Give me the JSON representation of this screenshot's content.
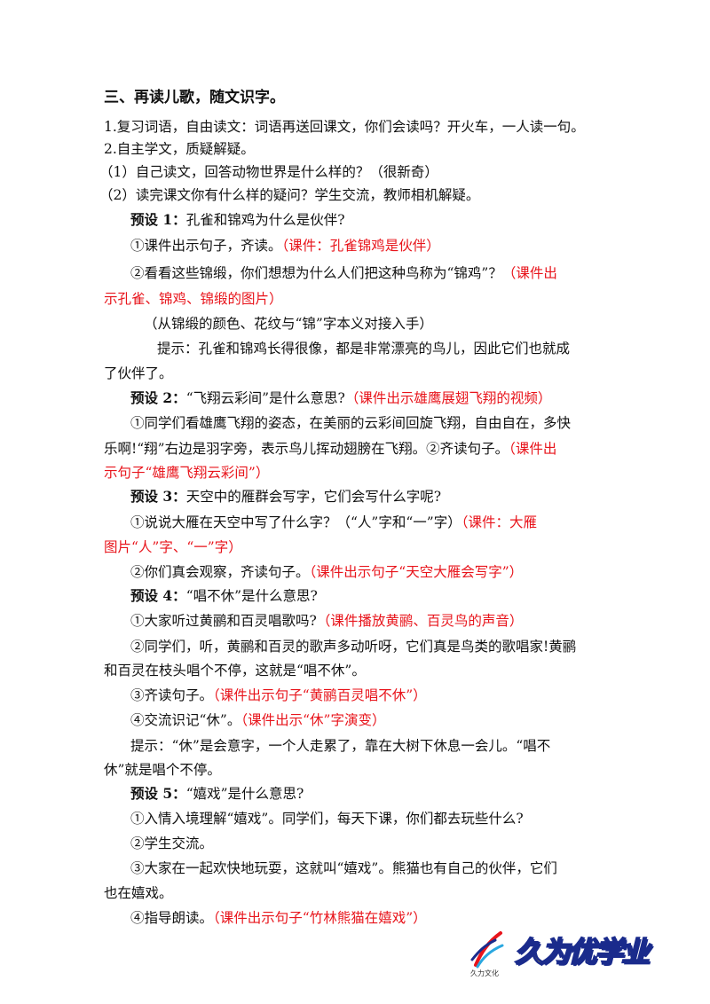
{
  "heading": "三、再读儿歌，随文识字。",
  "p1": "1.复习词语，自由读文：词语再送回课文，你们会读吗？开火车，一人读一句。",
  "p2": "2.自主学文，质疑解疑。",
  "p3": "（1）自己读文，回答动物世界是什么样的？（很新奇）",
  "p4": "（2）读完课文你有什么样的疑问？学生交流，教师相机解疑。",
  "s1": {
    "label": "预设 1：",
    "q": "孔雀和锦鸡为什么是伙伴?",
    "l1": "①课件出示句子，齐读。",
    "l1r": "（课件：孔雀锦鸡是伙伴）",
    "l2": "②看看这些锦缎，你们想想为什么人们把这种鸟称为“锦鸡”？",
    "l2r": "（课件出",
    "l3r": "示孔雀、锦鸡、锦缎的图片）",
    "l4": "（从锦缎的颜色、花纹与“锦”字本义对接入手）",
    "l5": "提示：孔雀和锦鸡长得很像，都是非常漂亮的鸟儿，因此它们也就成",
    "l6": "了伙伴了。"
  },
  "s2": {
    "label": "预设 2：",
    "q": "“飞翔云彩间”是什么意思?",
    "qr": "（课件出示雄鹰展翅飞翔的视频）",
    "l1": "①同学们看雄鹰飞翔的姿态，在美丽的云彩间回旋飞翔，自由自在，多快",
    "l2": "乐啊!“翔”右边是羽字旁，表示鸟儿挥动翅膀在飞翔。②齐读句子。",
    "l2r": "（课件出",
    "l3r": "示句子“雄鹰飞翔云彩间”）"
  },
  "s3": {
    "label": "预设 3：",
    "q": "天空中的雁群会写字，它们会写什么字呢?",
    "l1": "①说说大雁在天空中写了什么字？（“人”字和“一”字）",
    "l1r": "（课件：大雁",
    "l2r": "图片“人”字、“一”字）",
    "l3": "②你们真会观察，齐读句子。",
    "l3r": "（课件出示句子“天空大雁会写字”）"
  },
  "s4": {
    "label": "预设 4：",
    "q": "“唱不休”是什么意思?",
    "l1": "①大家听过黄鹂和百灵唱歌吗?",
    "l1r": "（课件播放黄鹂、百灵鸟的声音）",
    "l2": "②同学们，听，黄鹂和百灵的歌声多动听呀，它们真是鸟类的歌唱家!黄鹂",
    "l3": "和百灵在枝头唱个不停，这就是“唱不休”。",
    "l4": "③齐读句子。",
    "l4r": "（课件出示句子“黄鹂百灵唱不休”）",
    "l5": "④交流识记“休”。",
    "l5r": "（课件出示“休”字演变）",
    "l6": "提示：“休”是会意字，一个人走累了，靠在大树下休息一会儿。“唱不",
    "l7": "休”就是唱个不停。"
  },
  "s5": {
    "label": "预设 5：",
    "q": "“嬉戏”是什么意思?",
    "l1": "①入情入境理解“嬉戏”。同学们，每天下课，你们都去玩些什么?",
    "l2": "②学生交流。",
    "l3": "③大家在一起欢快地玩耍，这就叫“嬉戏”。熊猫也有自己的伙伴，它们",
    "l4": "也在嬉戏。",
    "l5": "④指导朗读。",
    "l5r": "（课件出示句子“竹林熊猫在嬉戏”）"
  },
  "logo": {
    "brand": "久力文化",
    "text": "久为优学业",
    "colors": {
      "yellow": "#f7d21a",
      "blue": "#1a2b8c",
      "red": "#e8141b"
    }
  }
}
